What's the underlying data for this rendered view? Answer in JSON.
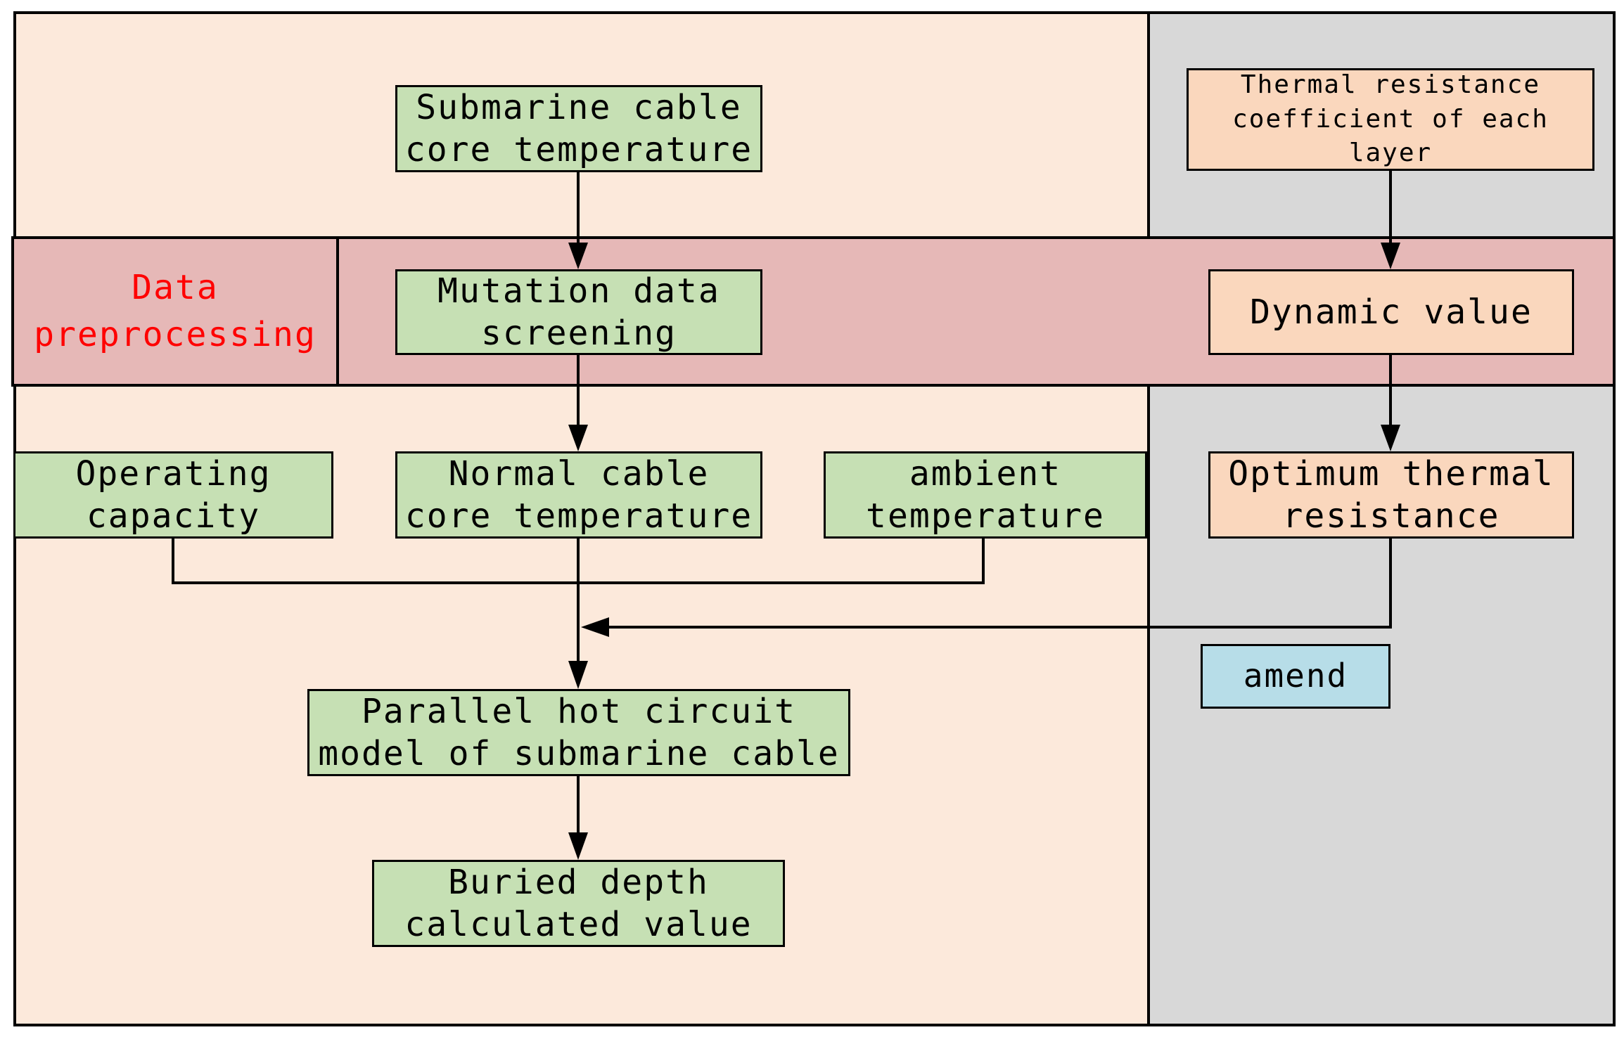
{
  "diagram": {
    "section_label": "Data\npreprocessing",
    "nodes": {
      "core_temp": "Submarine cable\ncore temperature",
      "thermal_coeff": "Thermal resistance\ncoefficient of each\nlayer",
      "mutation": "Mutation data\nscreening",
      "dynamic": "Dynamic value",
      "operating": "Operating\ncapacity",
      "normal_core": "Normal cable\ncore temperature",
      "ambient": "ambient\ntemperature",
      "optimum": "Optimum thermal\nresistance",
      "amend": "amend",
      "parallel_model": "Parallel hot circuit\nmodel of submarine cable",
      "buried_depth": "Buried depth\ncalculated value"
    },
    "colors": {
      "left_panel": "#fce9db",
      "right_panel": "#d8d8d8",
      "preprocessing_band": "#e6b8b7",
      "green_box": "#c6e0b4",
      "orange_box": "#fad7bd",
      "blue_box": "#b7dde8",
      "label_red": "#ff0000"
    }
  }
}
